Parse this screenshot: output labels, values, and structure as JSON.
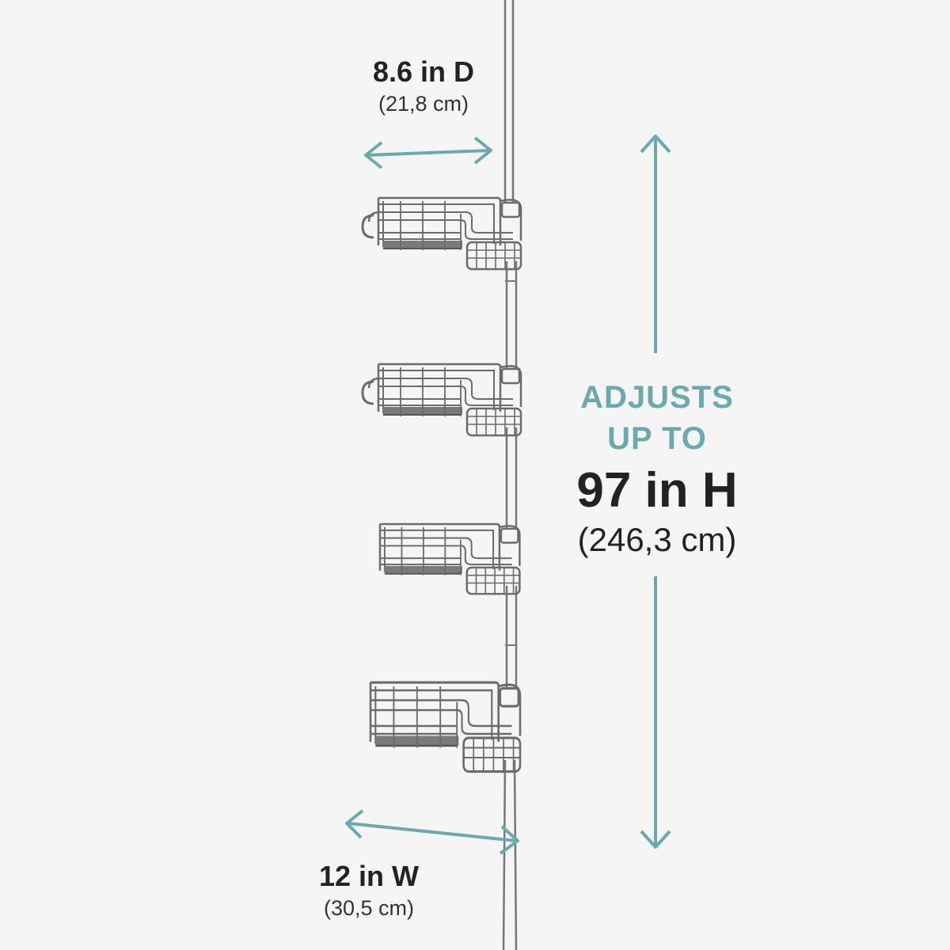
{
  "depth": {
    "main": "8.6 in D",
    "sub": "(21,8 cm)"
  },
  "width": {
    "main": "12 in W",
    "sub": "(30,5 cm)"
  },
  "height": {
    "line1": "ADJUSTS",
    "line2": "UP TO",
    "main": "97 in H",
    "sub": "(246,3 cm)"
  },
  "colors": {
    "accent": "#6aa9ad",
    "text": "#222222",
    "background": "#f5f5f5",
    "product": "#6b6b6b"
  },
  "icons": {
    "depth_arrow": "double-arrow-horizontal",
    "width_arrow": "double-arrow-horizontal",
    "height_arrow": "double-arrow-vertical"
  }
}
